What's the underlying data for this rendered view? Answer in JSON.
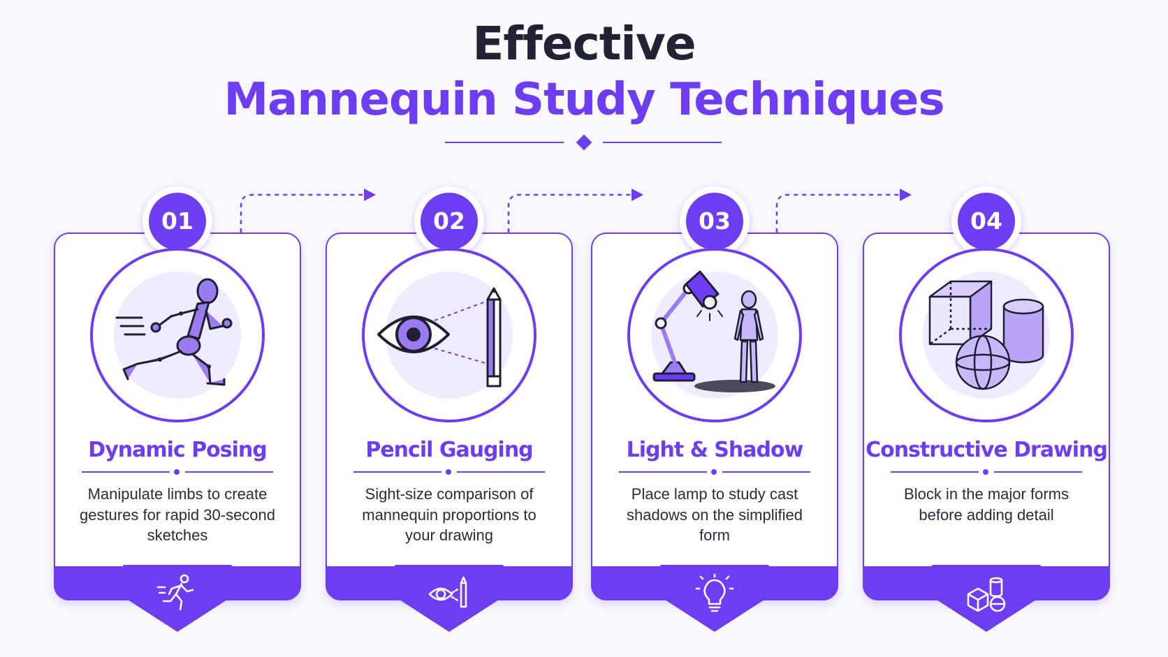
{
  "title": {
    "line1": "Effective",
    "line2": "Mannequin Study Techniques"
  },
  "colors": {
    "accent": "#6c3df2",
    "heading": "#222236",
    "background": "#f9f8fd",
    "icon_fill": "#9a7cf0",
    "icon_glow": "#f0ebfe"
  },
  "steps": [
    {
      "number": "01",
      "title": "Dynamic Posing",
      "description": "Manipulate limbs to create gestures for rapid 30-second sketches",
      "main_icon": "running-mannequin-icon",
      "footer_icon": "running-figure-icon"
    },
    {
      "number": "02",
      "title": "Pencil Gauging",
      "description": "Sight-size comparison of mannequin proportions to your drawing",
      "main_icon": "eye-pencil-icon",
      "footer_icon": "eye-pencil-icon"
    },
    {
      "number": "03",
      "title": "Light & Shadow",
      "description": "Place lamp to study cast shadows on the simplified form",
      "main_icon": "lamp-mannequin-icon",
      "footer_icon": "lightbulb-icon"
    },
    {
      "number": "04",
      "title": "Constructive Drawing",
      "description": "Block in the major forms before adding detail",
      "main_icon": "cube-sphere-cylinder-icon",
      "footer_icon": "shapes-icon"
    }
  ]
}
